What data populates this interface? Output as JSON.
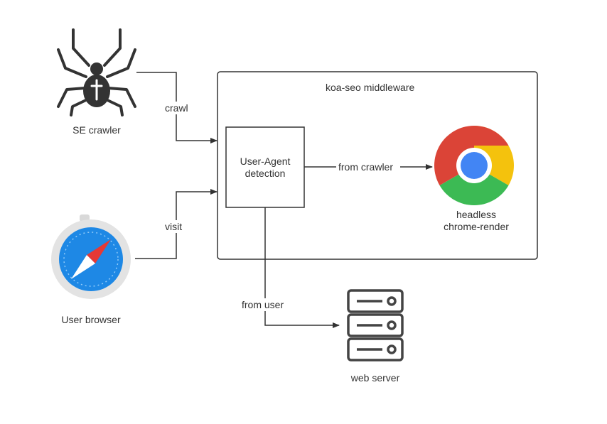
{
  "diagram": {
    "middleware_title": "koa-seo middleware",
    "crawler": {
      "label": "SE crawler",
      "icon": "spider-icon"
    },
    "browser": {
      "label": "User browser",
      "icon": "safari-compass-icon"
    },
    "detection": {
      "line1": "User-Agent",
      "line2": "detection"
    },
    "renderer": {
      "line1": "headless",
      "line2": "chrome-render",
      "icon": "chrome-icon"
    },
    "server": {
      "label": "web server",
      "icon": "server-icon"
    },
    "edges": {
      "crawl": "crawl",
      "visit": "visit",
      "from_crawler": "from crawler",
      "from_user": "from user"
    },
    "colors": {
      "line": "#333333",
      "chrome_red": "#DB4437",
      "chrome_yellow": "#F4C20D",
      "chrome_green": "#3CBA54",
      "chrome_blue": "#4285F4",
      "safari_blue": "#1E88E5",
      "safari_needle": "#E53935"
    }
  }
}
